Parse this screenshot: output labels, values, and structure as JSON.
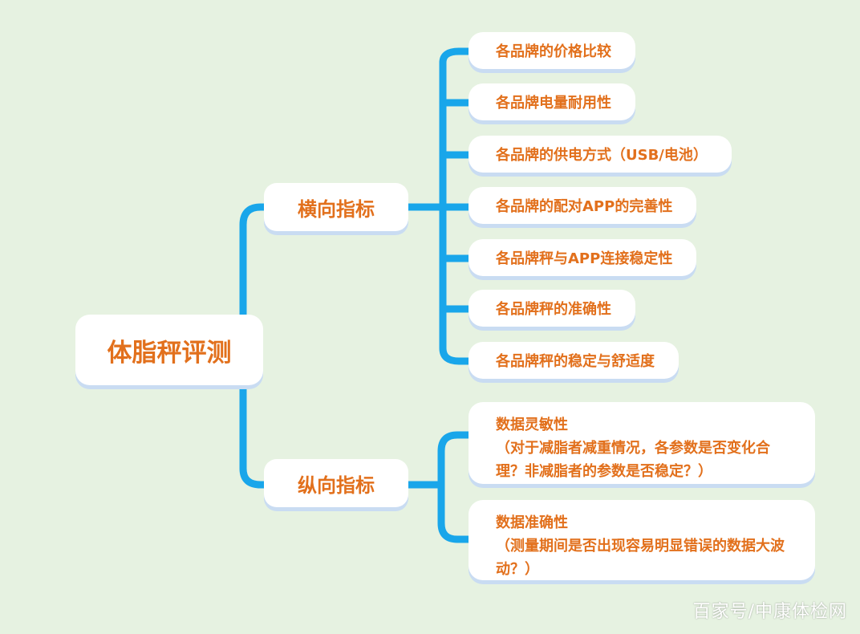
{
  "mindmap": {
    "root": {
      "label": "体脂秤评测"
    },
    "branches": [
      {
        "label": "横向指标",
        "items": [
          "各品牌的价格比较",
          "各品牌电量耐用性",
          "各品牌的供电方式（USB/电池）",
          "各品牌的配对APP的完善性",
          "各品牌秤与APP连接稳定性",
          "各品牌秤的准确性",
          "各品牌秤的稳定与舒适度"
        ]
      },
      {
        "label": "纵向指标",
        "items": [
          {
            "title": "数据灵敏性",
            "desc": "（对于减脂者减重情况，各参数是否变化合理？非减脂者的参数是否稳定？）"
          },
          {
            "title": "数据准确性",
            "desc": "（测量期间是否出现容易明显错误的数据大波动？）"
          }
        ]
      }
    ]
  },
  "watermark": "百家号/中康体检网",
  "colors": {
    "background": "#e6f2e1",
    "connector": "#19a6ea",
    "text": "#e2701c",
    "node_fill": "#ffffff",
    "node_shadow": "#c9dcf2"
  }
}
